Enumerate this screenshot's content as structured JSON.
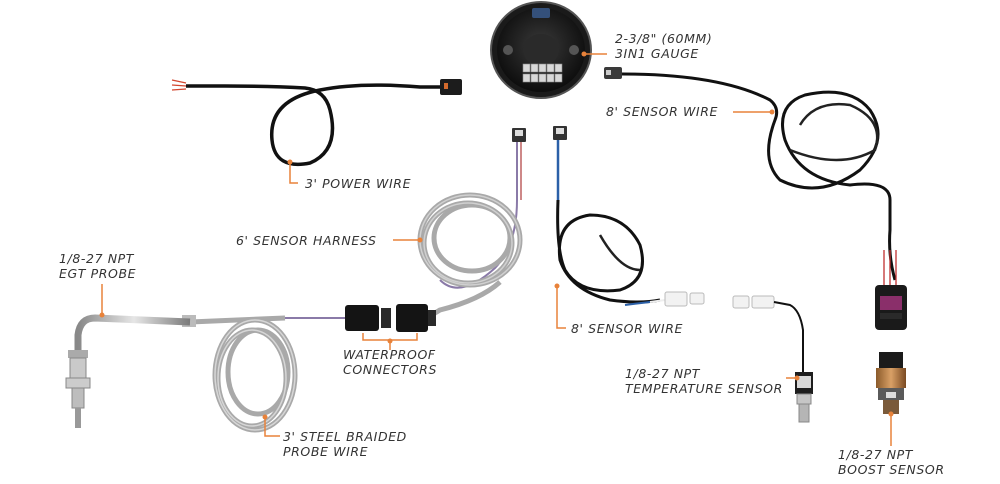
{
  "accent_color": "#e8823a",
  "labels": {
    "gauge": [
      "2-3/8\" (60MM)",
      "3IN1 GAUGE"
    ],
    "sensor_wire_top": "8' SENSOR WIRE",
    "power_wire": "3' POWER WIRE",
    "sensor_harness": "6' SENSOR HARNESS",
    "egt_probe": [
      "1/8-27 NPT",
      "EGT PROBE"
    ],
    "waterproof": [
      "WATERPROOF",
      "CONNECTORS"
    ],
    "sensor_wire_mid": "8' SENSOR WIRE",
    "temp_sensor": [
      "1/8-27 NPT",
      "TEMPERATURE SENSOR"
    ],
    "braided": [
      "3' STEEL BRAIDED",
      "PROBE WIRE"
    ],
    "boost_sensor": [
      "1/8-27 NPT",
      "BOOST SENSOR"
    ]
  }
}
